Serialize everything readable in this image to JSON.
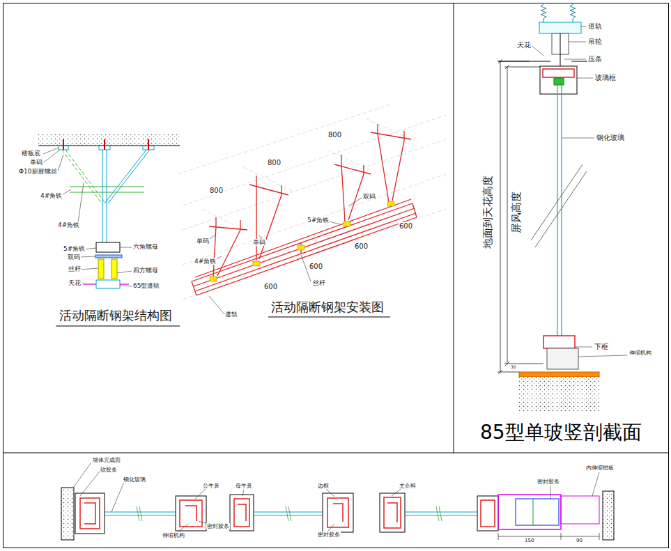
{
  "diagram": {
    "labels": [
      "楼板底",
      "单码",
      "Φ10膨胀螺丝",
      "4#角铁",
      "4#角铁",
      "5#角铁",
      "双码",
      "丝杆",
      "天花",
      "六角螺母",
      "四方螺母",
      "65型道轨",
      "活动隔断钢架结构图",
      "800",
      "800",
      "800",
      "双码",
      "5#角铁",
      "单码",
      "单码",
      "4#角铁",
      "600",
      "600",
      "600",
      "600",
      "丝杆",
      "道轨",
      "活动隔断钢架安装图",
      "道轨",
      "吊轮",
      "天花",
      "压条",
      "玻璃框",
      "钢化玻璃",
      "地面到天花高度",
      "屏风高度",
      "下框",
      "伸缩机构",
      "30",
      "85型单玻竖剖截面",
      "墙体完成面",
      "软胶条",
      "钢化玻璃",
      "公牛鼻",
      "母牛鼻",
      "边框",
      "主企料",
      "伸缩机构",
      "密封胶条",
      "密封胶条",
      "密封胶条",
      "内伸缩钳板",
      "150",
      "90"
    ]
  }
}
